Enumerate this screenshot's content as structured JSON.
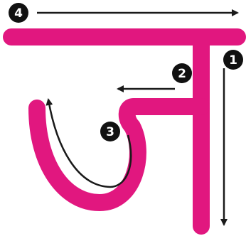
{
  "colors": {
    "letter": "#e1177f",
    "letter_edge": "#c8106e",
    "arrow": "#1a1a1a",
    "badge": "#111111",
    "badge_text": "#ffffff",
    "background": "#ffffff"
  },
  "steps": [
    {
      "number": "1",
      "direction": "down"
    },
    {
      "number": "2",
      "direction": "left"
    },
    {
      "number": "3",
      "direction": "curve-up"
    },
    {
      "number": "4",
      "direction": "right"
    }
  ]
}
